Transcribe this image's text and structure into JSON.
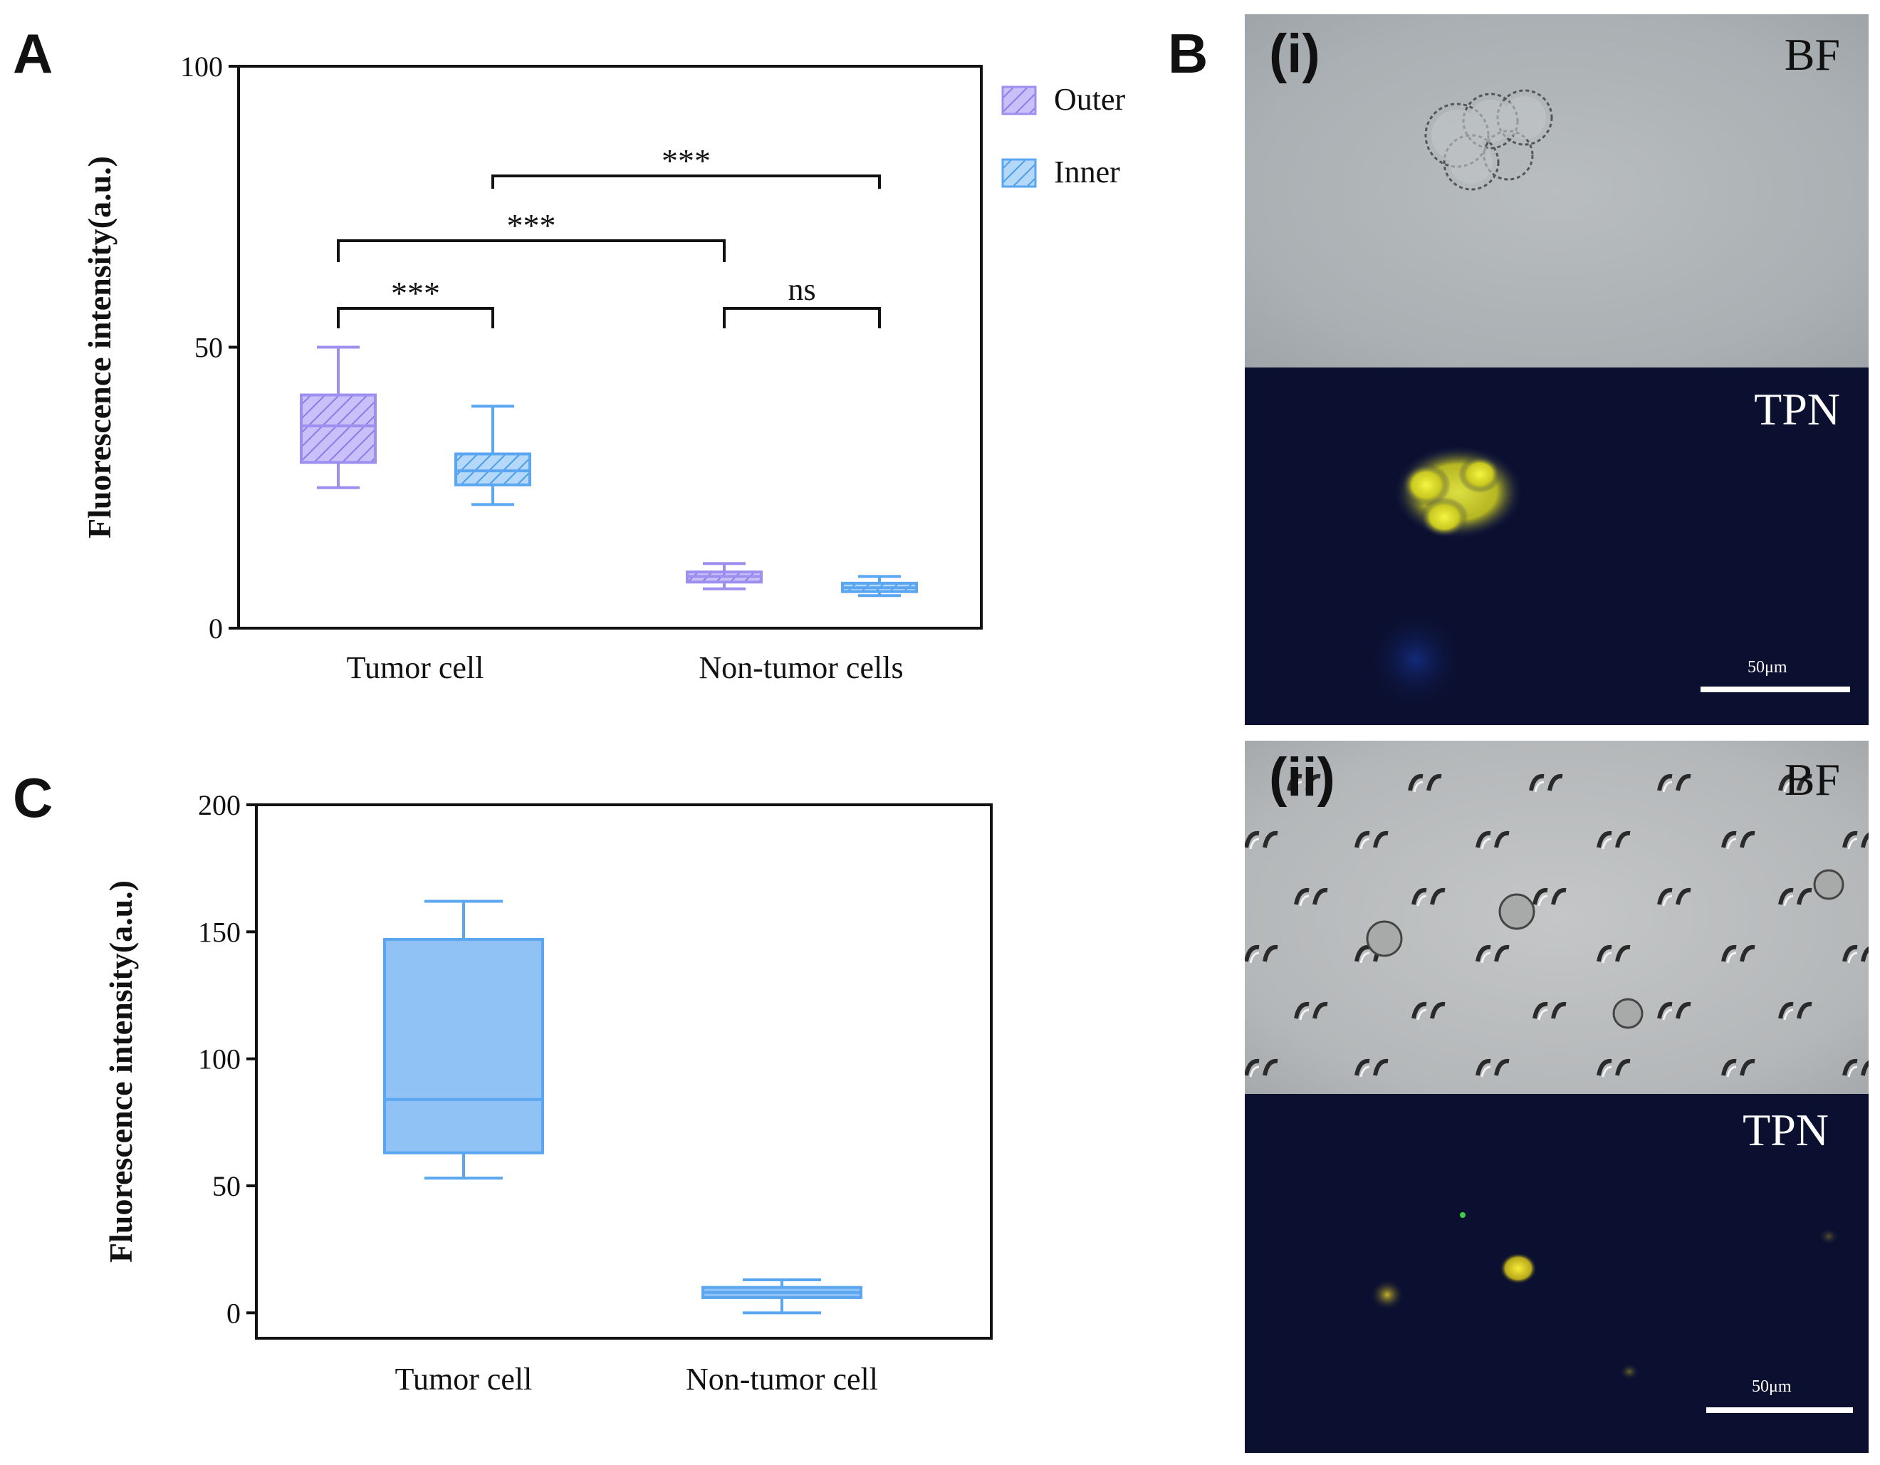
{
  "panels": {
    "a_letter": "A",
    "b_letter": "B",
    "c_letter": "C"
  },
  "chart_data": [
    {
      "id": "panel-A",
      "type": "box",
      "ylabel": "Fluorescence intensity(a.u.)",
      "xlabel": "",
      "ylim": [
        0,
        100
      ],
      "yticks": [
        0,
        50,
        100
      ],
      "categories": [
        "Tumor cell",
        "Non-tumor cells"
      ],
      "legend_position": "top-right outside",
      "series": [
        {
          "name": "Outer",
          "color": "#9c8ff0",
          "boxes": [
            {
              "category": "Tumor cell",
              "min": 25,
              "q1": 29.5,
              "median": 36,
              "q3": 41.5,
              "max": 50
            },
            {
              "category": "Non-tumor cells",
              "min": 7,
              "q1": 8.2,
              "median": 9.2,
              "q3": 10,
              "max": 11.5
            }
          ]
        },
        {
          "name": "Inner",
          "color": "#5aa6f0",
          "boxes": [
            {
              "category": "Tumor cell",
              "min": 22,
              "q1": 25.5,
              "median": 28,
              "q3": 31,
              "max": 39.5
            },
            {
              "category": "Non-tumor cells",
              "min": 5.8,
              "q1": 6.5,
              "median": 7.2,
              "q3": 8,
              "max": 9.2
            }
          ]
        }
      ],
      "significance": [
        {
          "from": "Tumor cell / Outer",
          "to": "Tumor cell / Inner",
          "label": "***"
        },
        {
          "from": "Tumor cell / Outer",
          "to": "Non-tumor cells / Outer",
          "label": "***"
        },
        {
          "from": "Tumor cell / Inner",
          "to": "Non-tumor cells / Inner",
          "label": "***"
        },
        {
          "from": "Non-tumor cells / Outer",
          "to": "Non-tumor cells / Inner",
          "label": "ns"
        }
      ]
    },
    {
      "id": "panel-C",
      "type": "box",
      "ylabel": "Fluorescence intensity(a.u.)",
      "xlabel": "",
      "ylim": [
        -10,
        200
      ],
      "yticks": [
        0,
        50,
        100,
        150,
        200
      ],
      "categories": [
        "Tumor cell",
        "Non-tumor cell"
      ],
      "series": [
        {
          "name": "",
          "color": "#5aa6f0",
          "boxes": [
            {
              "category": "Tumor cell",
              "min": 53,
              "q1": 63,
              "median": 84,
              "q3": 147,
              "max": 162
            },
            {
              "category": "Non-tumor cell",
              "min": 0,
              "q1": 6,
              "median": 8,
              "q3": 10,
              "max": 13
            }
          ]
        }
      ]
    }
  ],
  "micrographs": {
    "i": {
      "tag": "(i)",
      "bf_label": "BF",
      "tpn_label": "TPN",
      "scale_text": "50μm"
    },
    "ii": {
      "tag": "(ii)",
      "bf_label": "BF",
      "tpn_label": "TPN",
      "scale_text": "50μm"
    }
  }
}
